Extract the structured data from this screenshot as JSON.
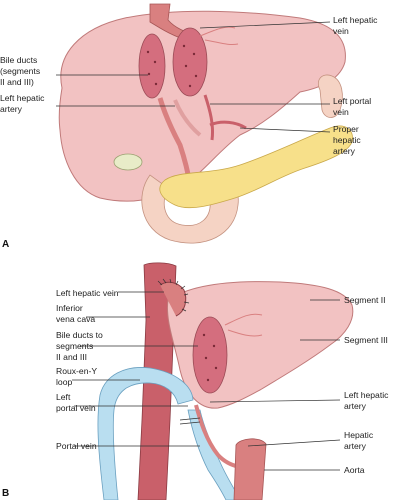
{
  "figure": {
    "colors": {
      "liver": "#f2c2c2",
      "liver_stroke": "#c07a7a",
      "vessel_red": "#d98080",
      "vena_cava": "#c9606a",
      "portal_blue": "#b9def0",
      "pancreas": "#f7e08a",
      "duodenum": "#f5d3c4"
    },
    "panel_a": {
      "letter": "A",
      "labels": {
        "left_hepatic_vein": [
          "Left hepatic",
          "vein"
        ],
        "bile_ducts": [
          "Bile ducts",
          "(segments",
          "II and III)"
        ],
        "left_hepatic_artery": [
          "Left hepatic",
          "artery"
        ],
        "left_portal_vein": [
          "Left portal",
          "vein"
        ],
        "proper_hepatic_artery": [
          "Proper",
          "hepatic",
          "artery"
        ]
      }
    },
    "panel_b": {
      "letter": "B",
      "labels": {
        "left_hepatic_vein": [
          "Left hepatic vein"
        ],
        "inferior_vena_cava": [
          "Inferior",
          "vena cava"
        ],
        "bile_ducts": [
          "Bile ducts to",
          "segments",
          "II and III"
        ],
        "roux_loop": [
          "Roux-en-Y",
          "loop"
        ],
        "left_portal_vein": [
          "Left",
          "portal vein"
        ],
        "portal_vein": [
          "Portal vein"
        ],
        "segment_ii": [
          "Segment II"
        ],
        "segment_iii": [
          "Segment III"
        ],
        "left_hepatic_artery": [
          "Left hepatic",
          "artery"
        ],
        "hepatic_artery": [
          "Hepatic",
          "artery"
        ],
        "aorta": [
          "Aorta"
        ]
      }
    }
  }
}
